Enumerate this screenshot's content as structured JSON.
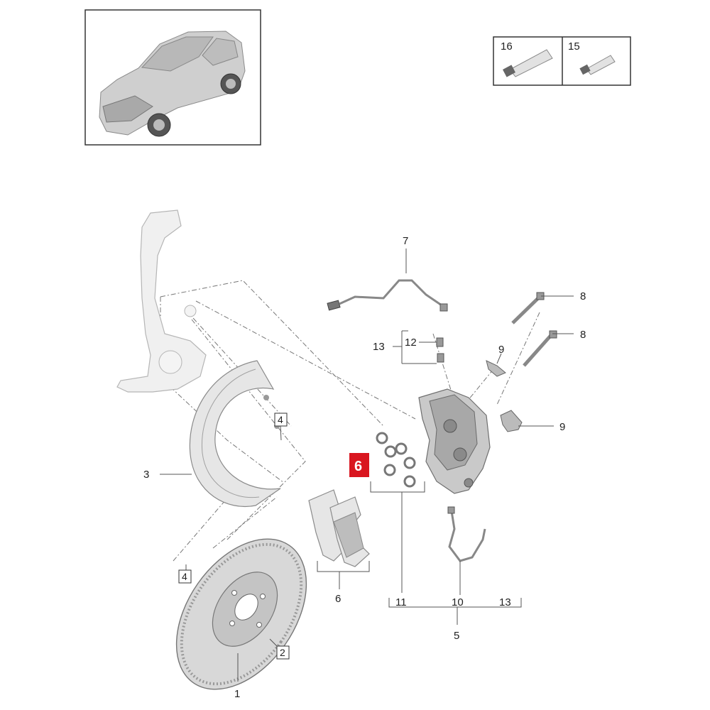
{
  "labels": {
    "n1": "1",
    "n2": "2",
    "n3": "3",
    "n4a": "4",
    "n4b": "4",
    "n5": "5",
    "n6": "6",
    "n6_highlight": "6",
    "n7": "7",
    "n8a": "8",
    "n8b": "8",
    "n9a": "9",
    "n9b": "9",
    "n10": "10",
    "n11": "11",
    "n12": "12",
    "n13a": "13",
    "n13b": "13",
    "n15": "15",
    "n16": "16"
  },
  "colors": {
    "highlight": "#d9161f",
    "parts": "#e6e6e6",
    "lines": "#555555"
  }
}
